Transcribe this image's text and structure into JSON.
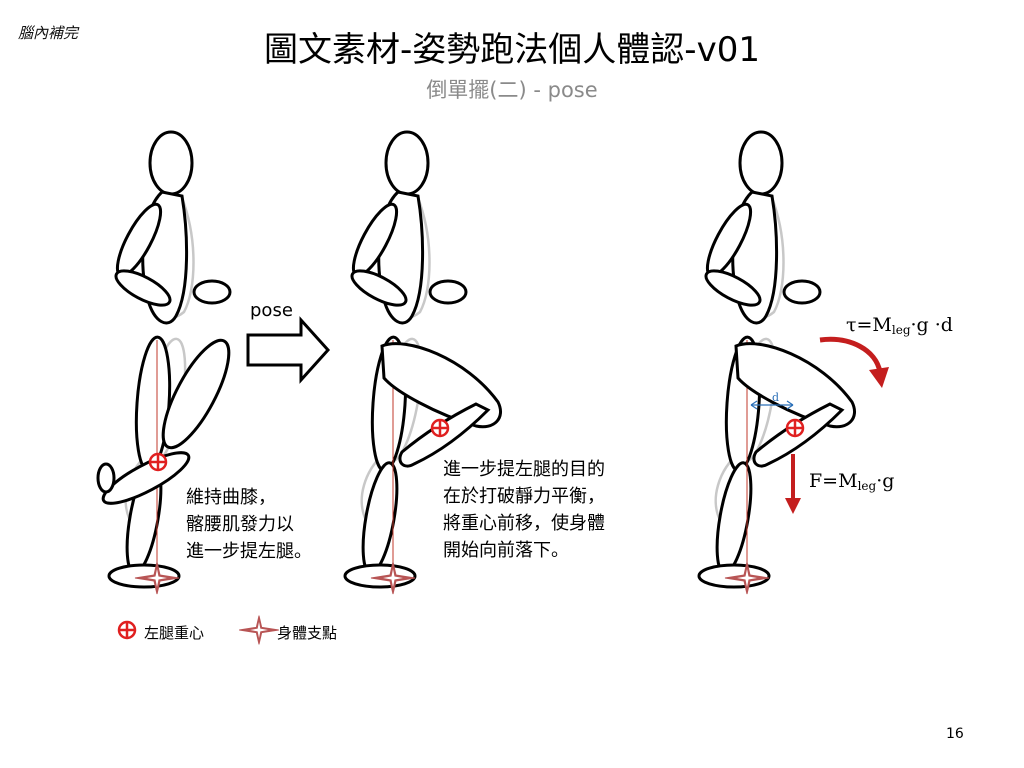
{
  "header": {
    "corner_tag": "腦內補完",
    "title": "圖文素材-姿勢跑法個人體認-v01",
    "subtitle": "倒單擺(二) - pose"
  },
  "transition": {
    "label": "pose"
  },
  "notes": {
    "figure1": "維持曲膝，\n髂腰肌發力以\n進一步提左腿。",
    "figure2": "進一步提左腿的目的\n在於打破靜力平衡，\n將重心前移，使身體\n開始向前落下。"
  },
  "physics": {
    "torque_prefix": "τ=M",
    "torque_sub": "leg",
    "torque_suffix": "·g ·d",
    "force_prefix": "F=M",
    "force_sub": "leg",
    "force_suffix": "·g",
    "distance_label": "d"
  },
  "legend": {
    "cog_label": "左腿重心",
    "pivot_label": "身體支點"
  },
  "page_number": "16",
  "colors": {
    "cog_red": "#e02020",
    "pivot_rose": "#b85555",
    "arrow_red": "#c41e1e",
    "distance_blue": "#2a6fb8",
    "outline": "#000000",
    "ghost": "#c8c8c8"
  }
}
